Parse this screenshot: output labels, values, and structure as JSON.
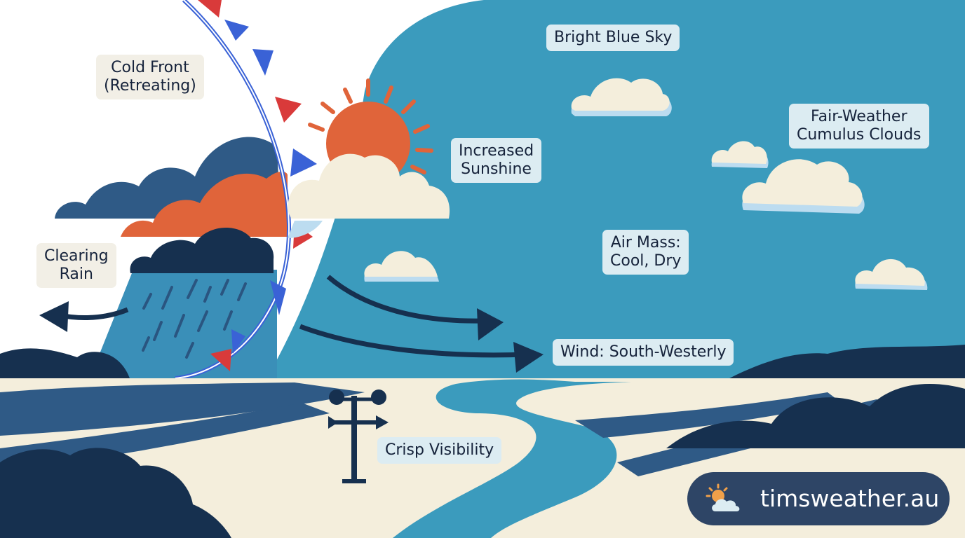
{
  "labels": {
    "cold_front": "Cold Front\n(Retreating)",
    "clearing_rain": "Clearing\nRain",
    "increased_sunshine": "Increased\nSunshine",
    "bright_blue_sky": "Bright Blue Sky",
    "fair_weather_clouds": "Fair-Weather\nCumulus Clouds",
    "air_mass": "Air Mass:\nCool, Dry",
    "wind": "Wind: South-Westerly",
    "visibility": "Crisp Visibility"
  },
  "brand": {
    "text": "timsweather.au",
    "icon": "sun-cloud-icon"
  },
  "colors": {
    "sky": "#3b9bbd",
    "navy": "#16304f",
    "orange": "#e0643a",
    "cream": "#f4eedc",
    "front_blue": "#3a62d6",
    "front_red": "#d93a3a"
  }
}
